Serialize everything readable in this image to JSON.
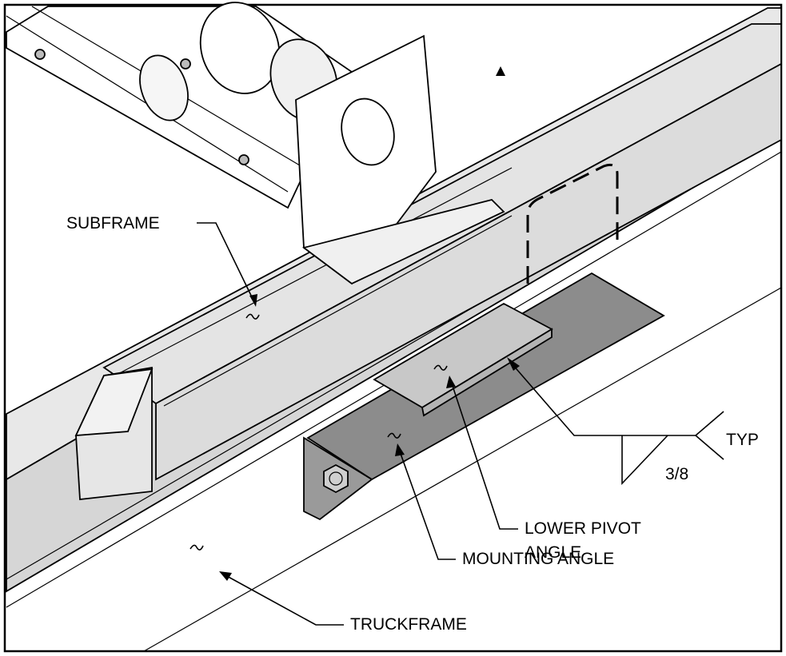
{
  "labels": {
    "subframe": "SUBFRAME",
    "truckframe": "TRUCKFRAME",
    "mounting_angle": "MOUNTING ANGLE",
    "lower_pivot_line1": "LOWER PIVOT",
    "lower_pivot_line2": "ANGLE",
    "weld_size": "3/8",
    "weld_note": "TYP"
  },
  "colors": {
    "subframe_fill": "#e4e4e4",
    "truckframe_fill": "#d8d8d8",
    "mounting_angle_fill": "#8c8c8c",
    "lower_pivot_fill": "#c8c8c8",
    "ink": "#000000"
  }
}
